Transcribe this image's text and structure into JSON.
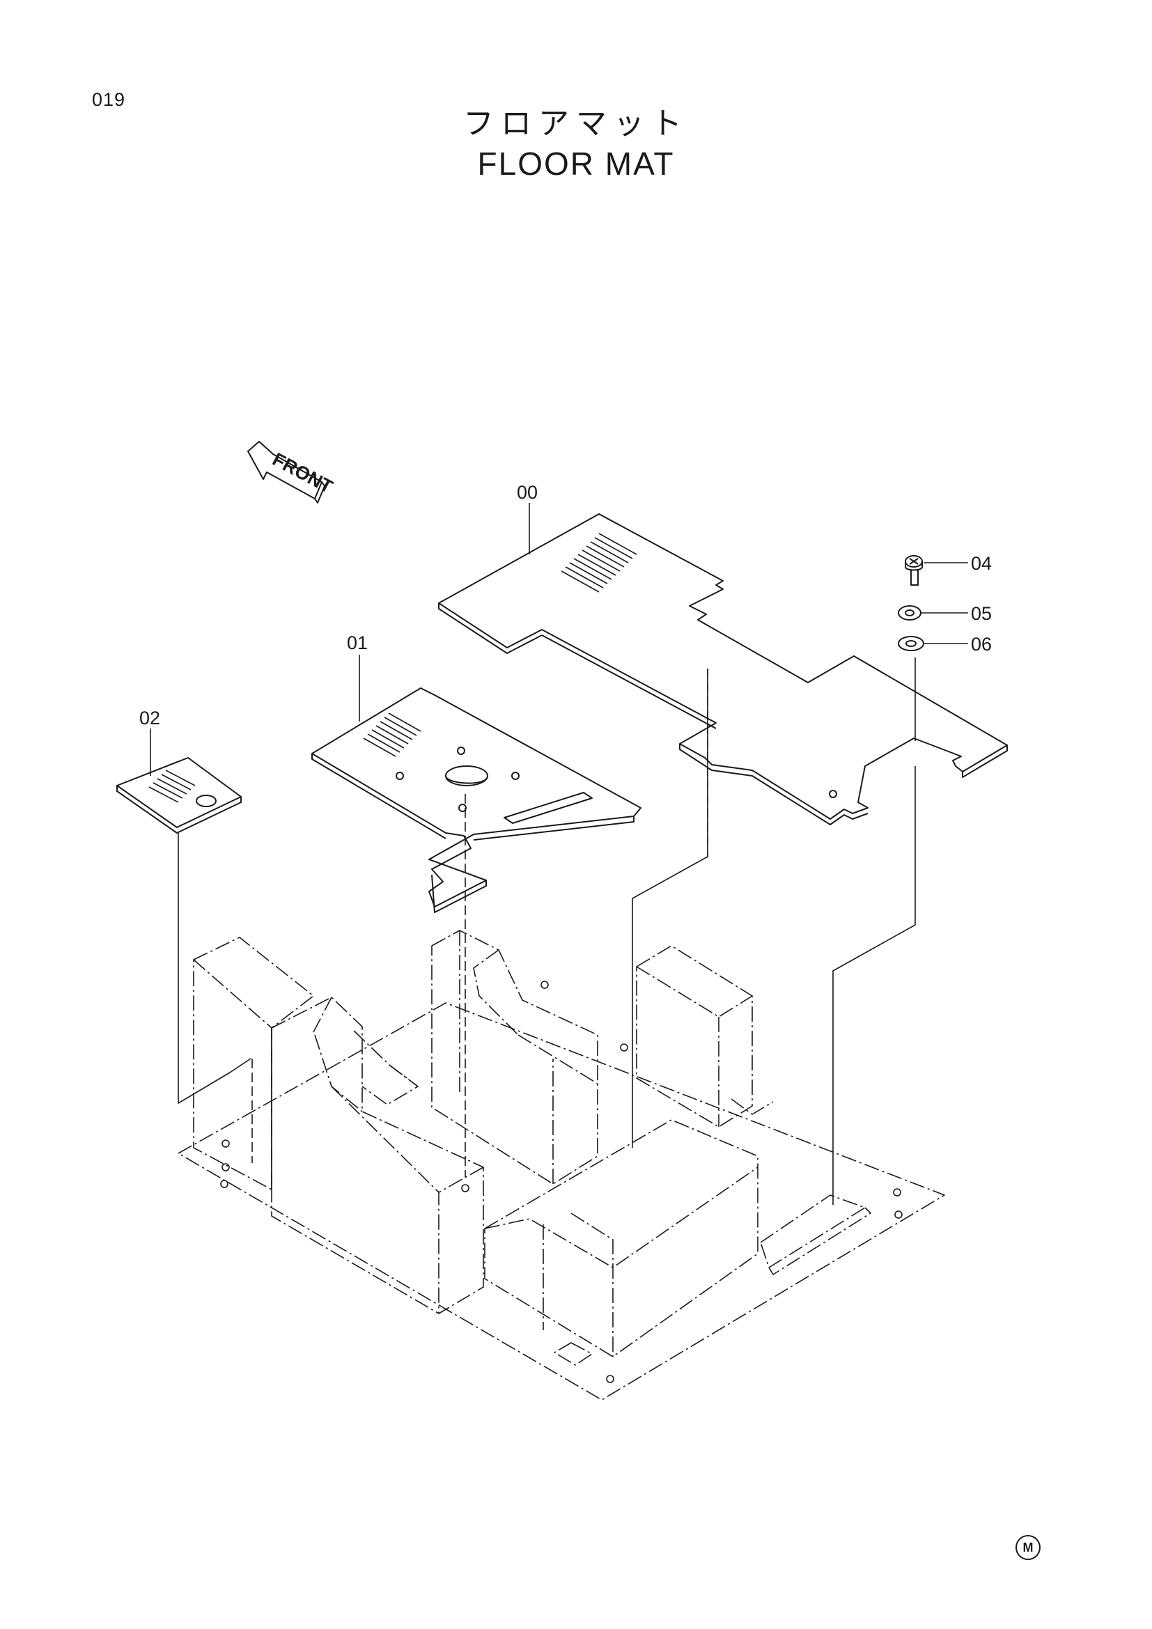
{
  "header": {
    "page_number": "019",
    "title_jp": "フロアマット",
    "title_en": "FLOOR MAT"
  },
  "diagram": {
    "front_label": "FRONT",
    "callouts": [
      "00",
      "01",
      "02",
      "04",
      "05",
      "06"
    ],
    "footer_mark": "M"
  },
  "colors": {
    "line": "#1a1a1a",
    "background": "#ffffff"
  }
}
